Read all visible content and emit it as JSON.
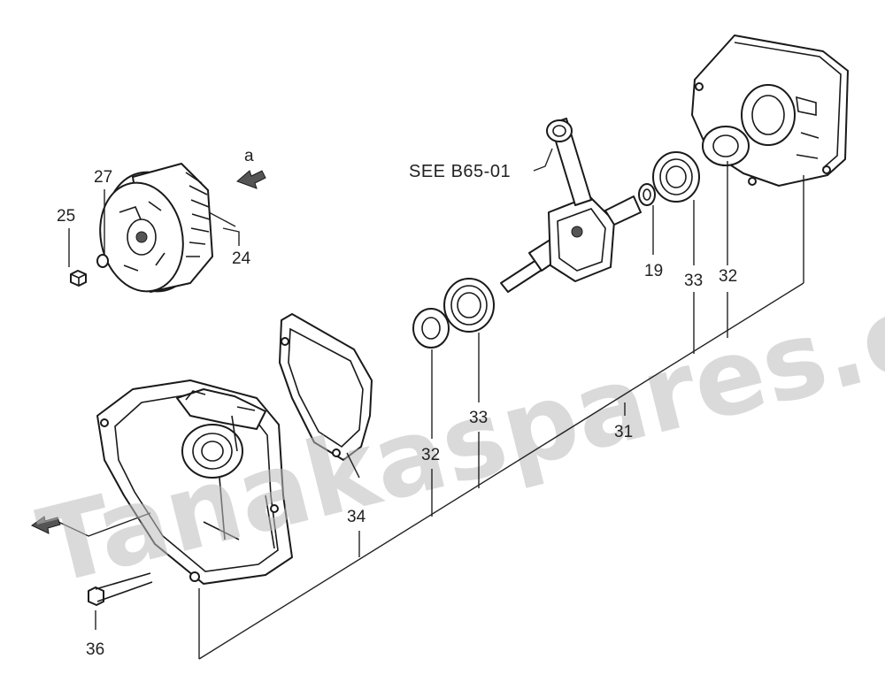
{
  "watermark": "Tanakaspares.co.uk",
  "reference": "SEE B65-01",
  "arrow_label": "a",
  "callouts": {
    "p24": "24",
    "p25": "25",
    "p27": "27",
    "p19": "19",
    "p33_right": "33",
    "p32_right": "32",
    "p31": "31",
    "p32_left": "32",
    "p33_left": "33",
    "p34": "34",
    "p36": "36"
  }
}
